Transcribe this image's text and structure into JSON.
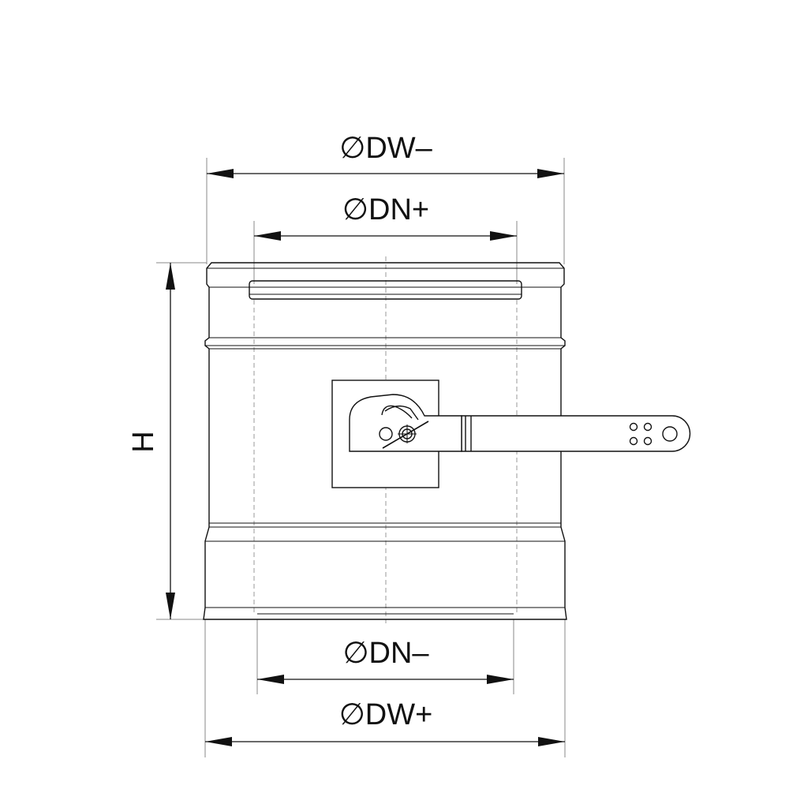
{
  "diagram": {
    "labels": {
      "dw_top": "∅DW–",
      "dn_top": "∅DN+",
      "height": "H",
      "dn_bottom": "∅DN–",
      "dw_bottom": "∅DW+"
    },
    "colors": {
      "stroke": "#111111",
      "dash": "#999999",
      "background": "#ffffff"
    }
  }
}
